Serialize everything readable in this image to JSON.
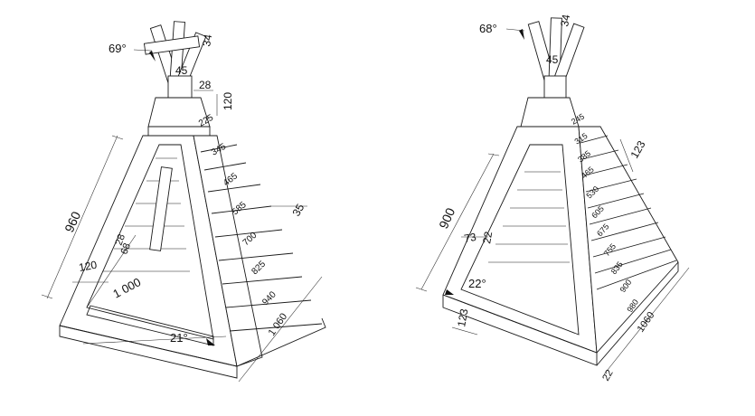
{
  "left_view": {
    "angle_top": "69°",
    "angle_bottom": "21°",
    "height_dim": "960",
    "base_dim": "1 000",
    "depth_dim": "1 060",
    "small_dims": {
      "pole": "34",
      "pole_angle": "45",
      "cap_w": "28",
      "cap_h": "120",
      "board": "35",
      "frame_a": "28",
      "frame_b": "68",
      "base_h": "120"
    },
    "board_widths": [
      "225",
      "345",
      "465",
      "585",
      "700",
      "825",
      "940"
    ]
  },
  "right_view": {
    "angle_top": "68°",
    "angle_bottom": "22°",
    "height_dim": "900",
    "depth_dim": "1060",
    "small_dims": {
      "pole": "34",
      "pole_angle": "45",
      "board_h": "123",
      "side_a": "73",
      "side_b": "22",
      "base_h": "123",
      "base_b": "22"
    },
    "board_widths": [
      "245",
      "315",
      "385",
      "465",
      "530",
      "605",
      "675",
      "755",
      "835",
      "900",
      "980"
    ]
  }
}
